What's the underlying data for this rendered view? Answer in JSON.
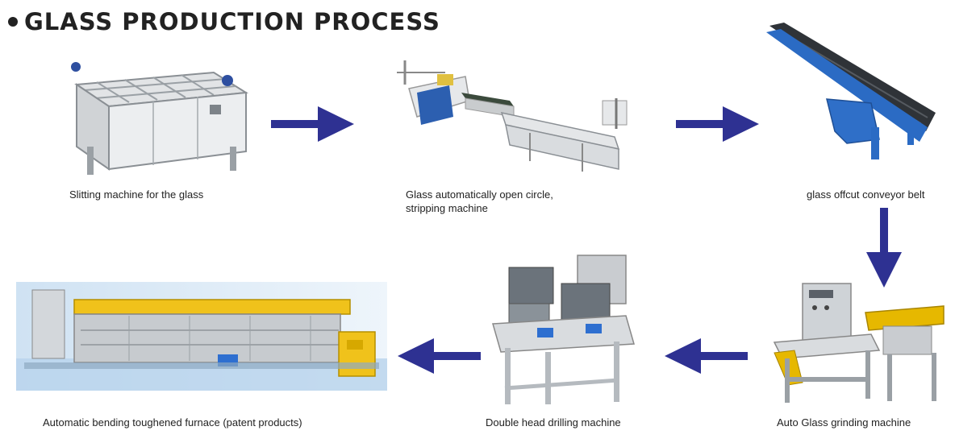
{
  "title": "GLASS PRODUCTION PROCESS",
  "accent_color": "#2e3192",
  "steps": [
    {
      "caption": "Slitting machine for the glass",
      "icon": "slitting-machine"
    },
    {
      "caption_line1": "Glass automatically open circle,",
      "caption_line2": "stripping machine",
      "icon": "stripping-machine"
    },
    {
      "caption": "glass offcut conveyor belt",
      "icon": "conveyor-belt"
    },
    {
      "caption": "Auto Glass grinding machine",
      "icon": "grinding-machine"
    },
    {
      "caption": "Double head drilling  machine",
      "icon": "drilling-machine"
    },
    {
      "caption": "Automatic bending toughened furnace (patent products)",
      "icon": "furnace"
    }
  ],
  "arrows": [
    {
      "from": "slitting",
      "to": "stripping",
      "direction": "right"
    },
    {
      "from": "stripping",
      "to": "conveyor",
      "direction": "right"
    },
    {
      "from": "conveyor",
      "to": "grinding",
      "direction": "down"
    },
    {
      "from": "grinding",
      "to": "drilling",
      "direction": "left"
    },
    {
      "from": "drilling",
      "to": "furnace",
      "direction": "left"
    }
  ]
}
